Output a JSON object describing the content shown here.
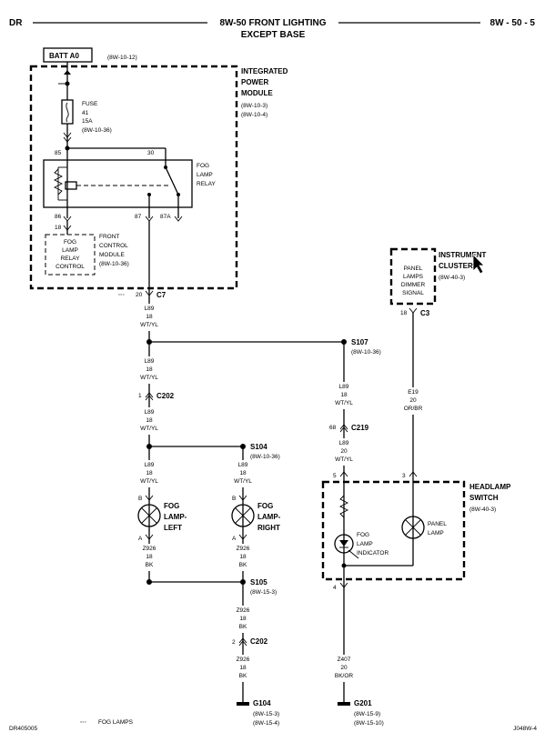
{
  "header": {
    "left": "DR",
    "title_line1": "8W-50 FRONT LIGHTING",
    "title_line2": "EXCEPT BASE",
    "right": "8W - 50 - 5"
  },
  "footer": {
    "left": "DR405005",
    "legend": "FOG LAMPS",
    "right": "J048W-4"
  },
  "batt": {
    "label": "BATT A0",
    "ref": "(8W-10-12)"
  },
  "ipm": {
    "title1": "INTEGRATED",
    "title2": "POWER",
    "title3": "MODULE",
    "ref1": "(8W-10-3)",
    "ref2": "(8W-10-4)"
  },
  "fuse": {
    "l1": "FUSE",
    "l2": "41",
    "l3": "15A",
    "l4": "(8W-10-36)"
  },
  "relay": {
    "l1": "FOG",
    "l2": "LAMP",
    "l3": "RELAY",
    "p85": "85",
    "p30": "30",
    "p86": "86",
    "p87": "87",
    "p87a": "87A",
    "p18": "18"
  },
  "fcm": {
    "box1": "FOG",
    "box2": "LAMP",
    "box3": "RELAY",
    "box4": "CONTROL",
    "l1": "FRONT",
    "l2": "CONTROL",
    "l3": "MODULE",
    "ref": "(8W-10-36)"
  },
  "c7": {
    "pin": "20",
    "name": "C7"
  },
  "w1": {
    "c": "L89",
    "g": "18",
    "col": "WT/YL"
  },
  "s107": {
    "name": "S107",
    "ref": "(8W-10-36)"
  },
  "w2": {
    "c": "L89",
    "g": "18",
    "col": "WT/YL"
  },
  "c202a": {
    "pin": "1",
    "name": "C202"
  },
  "w3": {
    "c": "L89",
    "g": "18",
    "col": "WT/YL"
  },
  "s104": {
    "name": "S104",
    "ref": "(8W-10-36)"
  },
  "w4": {
    "c": "L89",
    "g": "18",
    "col": "WT/YL"
  },
  "w5": {
    "c": "L89",
    "g": "18",
    "col": "WT/YL"
  },
  "fogL": {
    "b": "B",
    "a": "A",
    "l1": "FOG",
    "l2": "LAMP-",
    "l3": "LEFT"
  },
  "fogR": {
    "b": "B",
    "a": "A",
    "l1": "FOG",
    "l2": "LAMP-",
    "l3": "RIGHT"
  },
  "w6": {
    "c": "Z926",
    "g": "18",
    "col": "BK"
  },
  "w7": {
    "c": "Z926",
    "g": "18",
    "col": "BK"
  },
  "s105": {
    "name": "S105",
    "ref": "(8W-15-3)"
  },
  "w8": {
    "c": "Z926",
    "g": "18",
    "col": "BK"
  },
  "c202b": {
    "pin": "2",
    "name": "C202"
  },
  "w9": {
    "c": "Z926",
    "g": "18",
    "col": "BK"
  },
  "g104": {
    "name": "G104",
    "ref1": "(8W-15-3)",
    "ref2": "(8W-15-4)"
  },
  "w10": {
    "c": "L89",
    "g": "18",
    "col": "WT/YL"
  },
  "c219": {
    "pin": "68",
    "name": "C219"
  },
  "w11": {
    "c": "L89",
    "g": "20",
    "col": "WT/YL"
  },
  "ic": {
    "title1": "INSTRUMENT",
    "title2": "CLUSTER",
    "ref": "(8W-40-3)",
    "b1": "PANEL",
    "b2": "LAMPS",
    "b3": "DIMMER",
    "b4": "SIGNAL"
  },
  "c3": {
    "pin": "18",
    "name": "C3"
  },
  "w12": {
    "c": "E19",
    "g": "20",
    "col": "OR/BR"
  },
  "hs": {
    "title1": "HEADLAMP",
    "title2": "SWITCH",
    "ref": "(8W-40-3)",
    "p5": "5",
    "p3": "3",
    "p4": "4",
    "ind1": "FOG",
    "ind2": "LAMP",
    "ind3": "INDICATOR",
    "pl1": "PANEL",
    "pl2": "LAMP"
  },
  "w13": {
    "c": "Z407",
    "g": "20",
    "col": "BK/OR"
  },
  "g201": {
    "name": "G201",
    "ref1": "(8W-15-9)",
    "ref2": "(8W-15-10)"
  }
}
